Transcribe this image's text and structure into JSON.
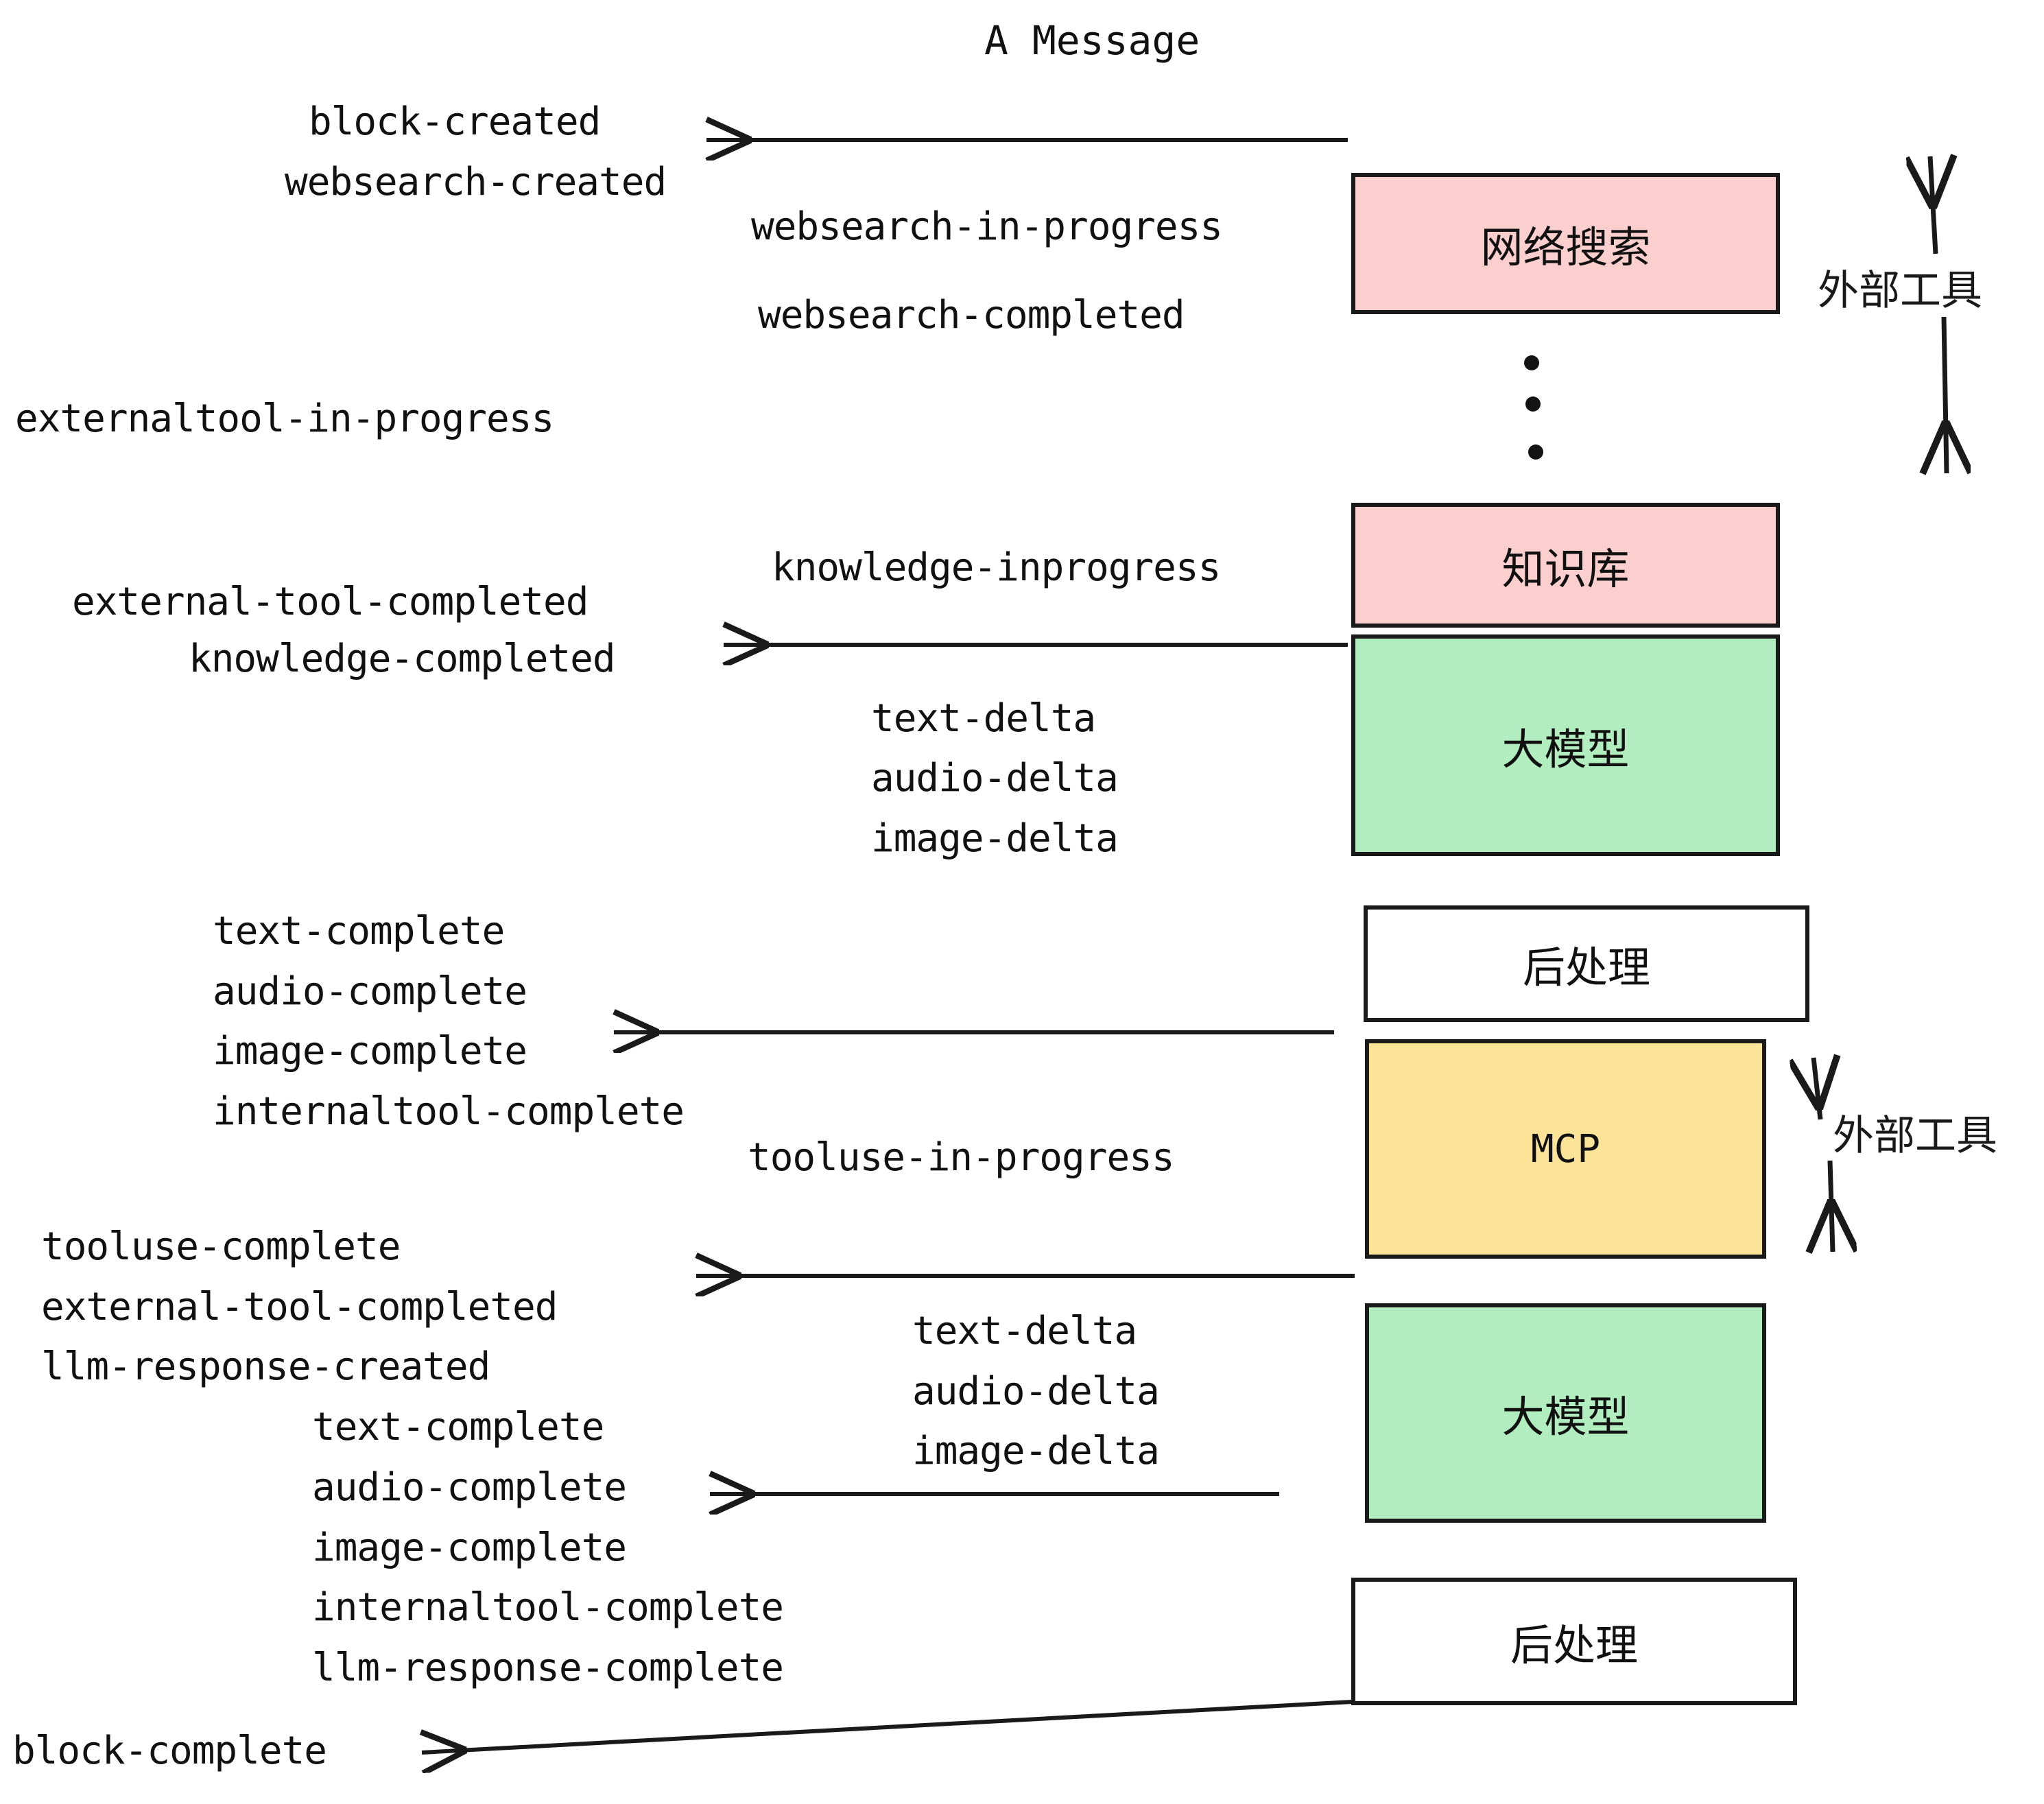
{
  "title": "A Message",
  "colors": {
    "pink": "#fccfcf",
    "green": "#b2edbf",
    "yellow": "#fbe498",
    "white": "#ffffff",
    "stroke": "#1a1a1a",
    "text": "#111111"
  },
  "nodes": [
    {
      "id": "websearch",
      "label": "网络搜索",
      "fill": "#fccfcf",
      "script": "cjk"
    },
    {
      "id": "knowledge",
      "label": "知识库",
      "fill": "#fccfcf",
      "script": "cjk"
    },
    {
      "id": "llm-1",
      "label": "大模型",
      "fill": "#b2edbf",
      "script": "cjk"
    },
    {
      "id": "postprocess-1",
      "label": "后处理",
      "fill": "#ffffff",
      "script": "cjk"
    },
    {
      "id": "mcp",
      "label": "MCP",
      "fill": "#fbe498",
      "script": "latin"
    },
    {
      "id": "llm-2",
      "label": "大模型",
      "fill": "#b2edbf",
      "script": "cjk"
    },
    {
      "id": "postprocess-2",
      "label": "后处理",
      "fill": "#ffffff",
      "script": "cjk"
    }
  ],
  "side_labels": [
    {
      "id": "external-tools-top",
      "label": "外部工具"
    },
    {
      "id": "external-tools-bottom",
      "label": "外部工具"
    }
  ],
  "events": {
    "block_created": "block-created",
    "websearch_created": "websearch-created",
    "websearch_in_progress": "websearch-in-progress",
    "websearch_completed": "websearch-completed",
    "externaltool_in_progress": "externaltool-in-progress",
    "knowledge_inprogress": "knowledge-inprogress",
    "external_tool_completed_1": "external-tool-completed",
    "knowledge_completed": "knowledge-completed",
    "text_delta_1": "text-delta",
    "audio_delta_1": "audio-delta",
    "image_delta_1": "image-delta",
    "text_complete_1": "text-complete",
    "audio_complete_1": "audio-complete",
    "image_complete_1": "image-complete",
    "internaltool_complete_1": "internaltool-complete",
    "tooluse_in_progress": "tooluse-in-progress",
    "tooluse_complete": "tooluse-complete",
    "external_tool_completed_2": "external-tool-completed",
    "llm_response_created": "llm-response-created",
    "text_delta_2": "text-delta",
    "audio_delta_2": "audio-delta",
    "image_delta_2": "image-delta",
    "text_complete_2": "text-complete",
    "audio_complete_2": "audio-complete",
    "image_complete_2": "image-complete",
    "internaltool_complete_2": "internaltool-complete",
    "llm_response_complete": "llm-response-complete",
    "block_complete": "block-complete"
  },
  "ellipsis": {
    "id": "vertical-ellipsis",
    "count": 3
  }
}
